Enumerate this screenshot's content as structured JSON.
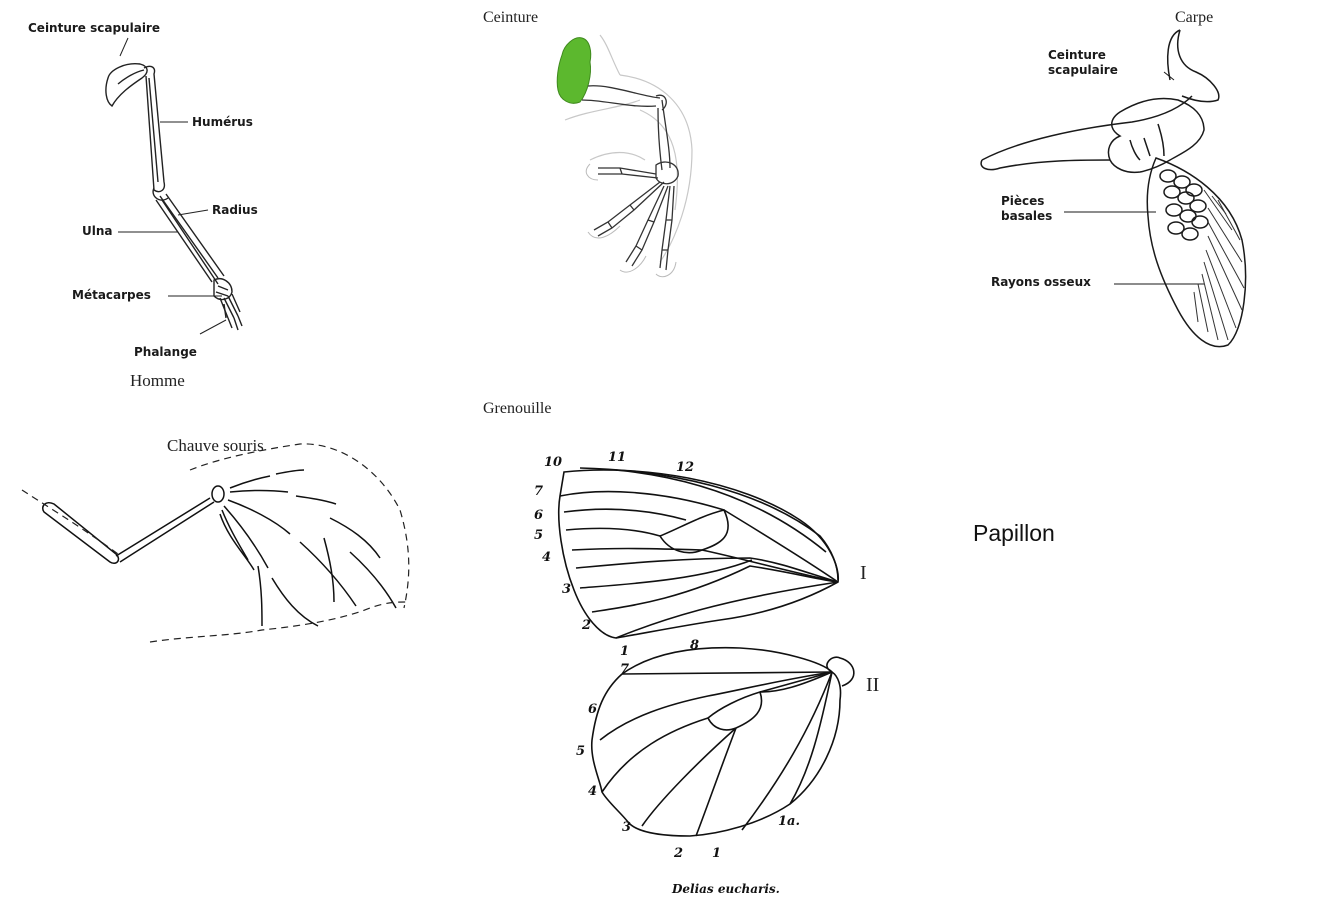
{
  "human": {
    "label_ceinture": "Ceinture scapulaire",
    "label_humerus": "Humérus",
    "label_radius": "Radius",
    "label_ulna": "Ulna",
    "label_metacarpes": "Métacarpes",
    "label_phalange": "Phalange",
    "caption": "Homme"
  },
  "frog": {
    "label_ceinture": "Ceinture",
    "caption": "Grenouille",
    "girdle_color": "#5cb82e"
  },
  "fish": {
    "label_carpe": "Carpe",
    "label_ceinture": "Ceinture scapulaire",
    "label_pieces": "Pièces basales",
    "label_rayons": "Rayons osseux"
  },
  "bat": {
    "caption": "Chauve souris"
  },
  "butterfly": {
    "caption": "Papillon",
    "species": "Delias eucharis.",
    "forewing_roman": "I",
    "hindwing_roman": "II",
    "forewing_numbers": [
      "10",
      "11",
      "12",
      "7",
      "6",
      "5",
      "4",
      "3",
      "2",
      "1"
    ],
    "hindwing_numbers": [
      "8",
      "7",
      "6",
      "5",
      "4",
      "3",
      "2",
      "1",
      "1a."
    ]
  }
}
